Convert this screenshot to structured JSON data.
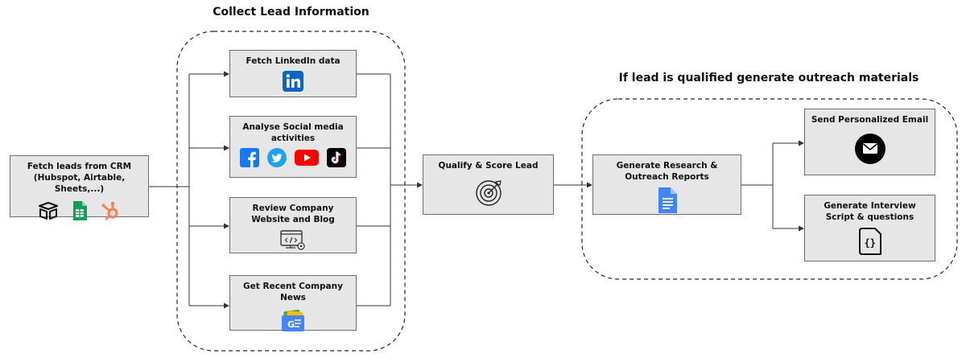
{
  "groups": {
    "collect": {
      "title": "Collect Lead Information"
    },
    "outreach": {
      "title": "If lead is qualified generate outreach materials"
    }
  },
  "nodes": {
    "fetch_leads": {
      "label": "Fetch leads from CRM (Hubspot, Airtable, Sheets,...)",
      "icons": [
        "airtable-icon",
        "google-sheets-icon",
        "hubspot-icon"
      ]
    },
    "linkedin": {
      "label": "Fetch LinkedIn data",
      "icons": [
        "linkedin-icon"
      ]
    },
    "social": {
      "label": "Analyse Social media activities",
      "icons": [
        "facebook-icon",
        "twitter-icon",
        "youtube-icon",
        "tiktok-icon"
      ]
    },
    "website": {
      "label": "Review Company Website and Blog",
      "icons": [
        "web-code-icon"
      ]
    },
    "news": {
      "label": "Get Recent Company News",
      "icons": [
        "google-news-icon"
      ]
    },
    "qualify": {
      "label": "Qualify & Score Lead",
      "icons": [
        "target-icon"
      ]
    },
    "reports": {
      "label": "Generate Research & Outreach Reports",
      "icons": [
        "google-docs-icon"
      ]
    },
    "email": {
      "label": "Send Personalized Email",
      "icons": [
        "email-icon"
      ]
    },
    "interview": {
      "label": "Generate Interview Script & questions",
      "icons": [
        "code-file-icon"
      ]
    }
  },
  "colors": {
    "node_fill": "#e6e6e6",
    "node_border": "#6e6e6e",
    "linkedin": "#0a66c2",
    "facebook": "#1877f2",
    "twitter": "#1da1f2",
    "youtube": "#ff0000",
    "sheets": "#0f9d58",
    "hubspot": "#ff7a59",
    "docs": "#4285f4"
  }
}
